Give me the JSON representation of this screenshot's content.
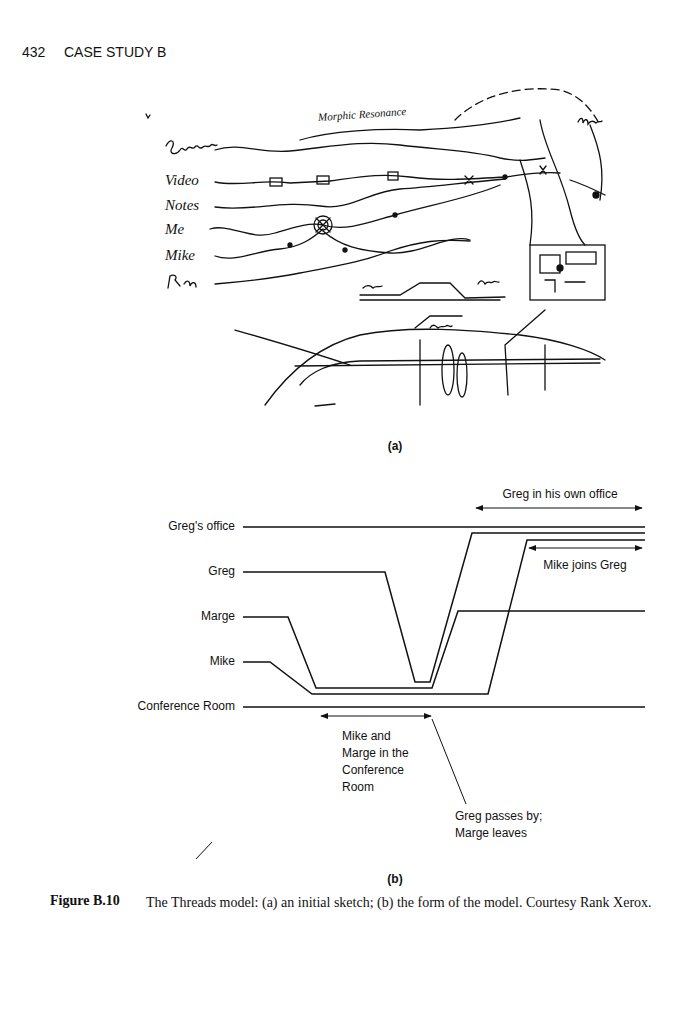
{
  "diagram": {
    "caption": "The Threads model: (a) an initial sketch; (b) the form of the model. Courtesy Rank Xerox.",
    "labels": [
      "432",
      "CASE STUDY B",
      "Morphic Resonance",
      "Video",
      "Notes",
      "Me",
      "Mike",
      "(a)",
      "Greg in his own office",
      "Greg's office",
      "Greg",
      "Mike joins Greg",
      "Marge",
      "Mike",
      "Conference Room",
      "Mike and Marge in the Conference Room",
      "Greg passes by; Marge leaves",
      "(b)",
      "Figure B.10"
    ]
  }
}
